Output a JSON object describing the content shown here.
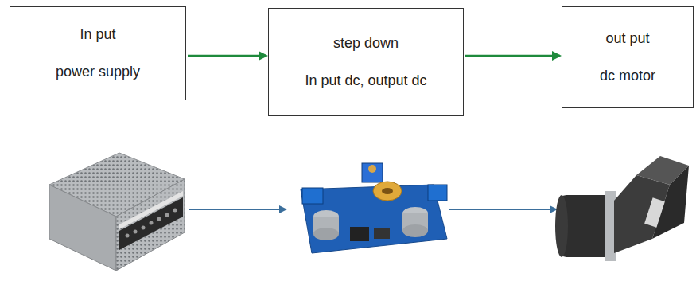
{
  "diagram": {
    "nodes": [
      {
        "text": [
          "In put",
          "power supply"
        ]
      },
      {
        "text": [
          "step down",
          "In put dc, output dc"
        ]
      },
      {
        "text": [
          "out put",
          "dc motor"
        ]
      }
    ],
    "edges": [
      {
        "from": 0,
        "to": 1,
        "arrow": "to"
      },
      {
        "from": 1,
        "to": 2,
        "arrow": "to"
      }
    ]
  }
}
